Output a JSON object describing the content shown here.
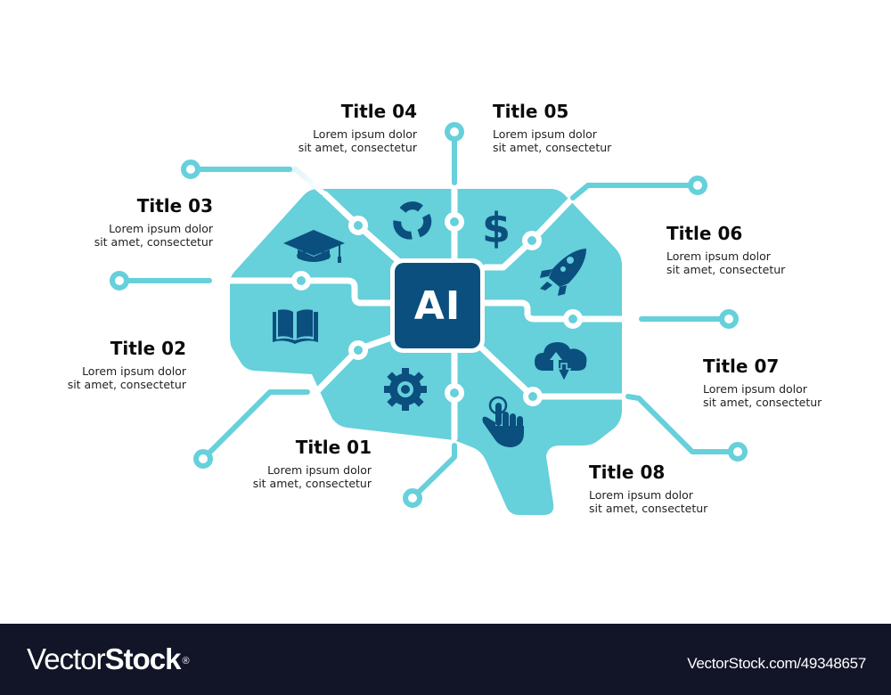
{
  "colors": {
    "brain": "#66d0db",
    "connector": "#66d0db",
    "chip": "#0b4f7e",
    "icon": "#0b4f7e",
    "footer_bg": "#121527",
    "background": "#ffffff"
  },
  "chip": {
    "label": "AI"
  },
  "items": [
    {
      "id": "01",
      "title": "Title 01",
      "line1": "Lorem ipsum dolor",
      "line2": "sit amet, consectetur",
      "icon": "gear-icon"
    },
    {
      "id": "02",
      "title": "Title 02",
      "line1": "Lorem ipsum dolor",
      "line2": "sit amet, consectetur",
      "icon": "book-icon"
    },
    {
      "id": "03",
      "title": "Title 03",
      "line1": "Lorem ipsum dolor",
      "line2": "sit amet, consectetur",
      "icon": "graduation-cap-icon"
    },
    {
      "id": "04",
      "title": "Title 04",
      "line1": "Lorem ipsum dolor",
      "line2": "sit amet, consectetur",
      "icon": "cycle-icon"
    },
    {
      "id": "05",
      "title": "Title 05",
      "line1": "Lorem ipsum dolor",
      "line2": "sit amet, consectetur",
      "icon": "dollar-icon"
    },
    {
      "id": "06",
      "title": "Title 06",
      "line1": "Lorem ipsum dolor",
      "line2": "sit amet, consectetur",
      "icon": "rocket-icon"
    },
    {
      "id": "07",
      "title": "Title 07",
      "line1": "Lorem ipsum dolor",
      "line2": "sit amet, consectetur",
      "icon": "cloud-transfer-icon"
    },
    {
      "id": "08",
      "title": "Title 08",
      "line1": "Lorem ipsum dolor",
      "line2": "sit amet, consectetur",
      "icon": "touch-hand-icon"
    }
  ],
  "footer": {
    "brand_light": "Vector",
    "brand_bold": "Stock",
    "registered": "®",
    "url": "VectorStock.com/49348657"
  }
}
